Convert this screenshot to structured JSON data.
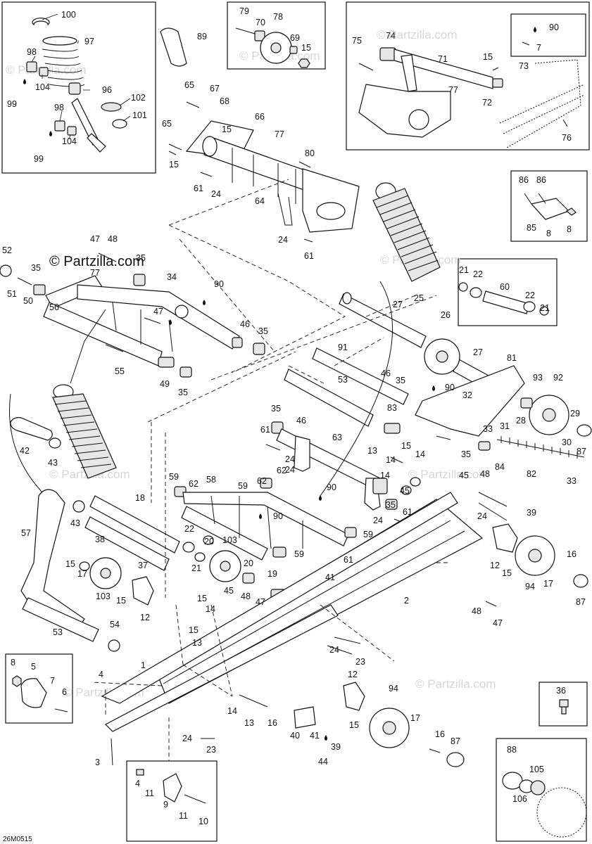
{
  "watermark": {
    "main": "© Partzilla.com",
    "faint": "© Partzilla.com"
  },
  "diagram_code": "26M0515",
  "labels": {
    "l100": "100",
    "l97": "97",
    "l98a": "98",
    "l104a": "104",
    "l99a": "99",
    "l96": "96",
    "l102": "102",
    "l101": "101",
    "l98b": "98",
    "l104b": "104",
    "l99b": "99",
    "l89": "89",
    "l79": "79",
    "l70": "70",
    "l78": "78",
    "l69": "69",
    "l15a": "15",
    "l75": "75",
    "l74": "74",
    "l71": "71",
    "l15b": "15",
    "l90a": "90",
    "l7a": "7",
    "l73": "73",
    "l77a": "77",
    "l72": "72",
    "l76": "76",
    "l65a": "65",
    "l67": "67",
    "l68": "68",
    "l66": "66",
    "l15c": "15",
    "l65b": "65",
    "l77b": "77",
    "l80": "80",
    "l15d": "15",
    "l61a": "61",
    "l24a": "24",
    "l64": "64",
    "l24b": "24",
    "l61b": "61",
    "l86a": "86",
    "l86b": "86",
    "l85": "85",
    "l8a": "8",
    "l8b": "8",
    "l52": "52",
    "l47a": "47",
    "l48a": "48",
    "l35a": "35",
    "l35b": "35",
    "l51": "51",
    "l50": "50",
    "l77c": "77",
    "l34": "34",
    "l90b": "90",
    "l56": "56",
    "l47b": "47",
    "l46a": "46",
    "l35c": "35",
    "l55": "55",
    "l49": "49",
    "l35d": "35",
    "l21a": "21",
    "l22a": "22",
    "l60": "60",
    "l22b": "22",
    "l21b": "21",
    "l27a": "27",
    "l25": "25",
    "l26": "26",
    "l27b": "27",
    "l81": "81",
    "l93": "93",
    "l92": "92",
    "l91": "91",
    "l53a": "53",
    "l46b": "46",
    "l35e": "35",
    "l90c": "90",
    "l83": "83",
    "l32": "32",
    "l31": "31",
    "l33a": "33",
    "l28": "28",
    "l29": "29",
    "l30": "30",
    "l87a": "87",
    "l84": "84",
    "l82": "82",
    "l33b": "33",
    "l35f": "35",
    "l42": "42",
    "l43a": "43",
    "l35g": "35",
    "l46c": "46",
    "l61c": "61",
    "l63": "63",
    "l13a": "13",
    "l15e": "15",
    "l14a": "14",
    "l14b": "14",
    "l24c": "24",
    "l62a": "62",
    "l59a": "59",
    "l24d": "24",
    "l62b": "62",
    "l14c": "14",
    "l45a": "45",
    "l45b": "45",
    "l48b": "48",
    "l35h": "35",
    "l61d": "61",
    "l24e": "24",
    "l39a": "39",
    "l24f": "24",
    "l57": "57",
    "l43b": "43",
    "l59b": "59",
    "l62c": "62",
    "l58": "58",
    "l59c": "59",
    "l90d": "90",
    "l90e": "90",
    "l18": "18",
    "l38": "38",
    "l22c": "22",
    "l20a": "20",
    "l103a": "103",
    "l59d": "59",
    "l15f": "15",
    "l17a": "17",
    "l21c": "21",
    "l37": "37",
    "l20b": "20",
    "l41a": "41",
    "l61e": "61",
    "l103b": "103",
    "l15g": "15",
    "l12a": "12",
    "l19": "19",
    "l45c": "45",
    "l48c": "48",
    "l47c": "47",
    "l2": "2",
    "l12b": "12",
    "l15h": "15",
    "l94a": "94",
    "l16a": "16",
    "l17b": "17",
    "l87b": "87",
    "l48d": "48",
    "l47d": "47",
    "l15i": "15",
    "l14d": "14",
    "l15j": "15",
    "l13b": "13",
    "l53b": "53",
    "l54": "54",
    "l24g": "24",
    "l23a": "23",
    "l8c": "8",
    "l5": "5",
    "l7b": "7",
    "l6": "6",
    "l4a": "4",
    "l1": "1",
    "l12c": "12",
    "l94b": "94",
    "l14e": "14",
    "l13c": "13",
    "l16b": "16",
    "l40": "40",
    "l41b": "41",
    "l15k": "15",
    "l39b": "39",
    "l17c": "17",
    "l16c": "16",
    "l87c": "87",
    "l44": "44",
    "l24h": "24",
    "l23b": "23",
    "l3": "3",
    "l36": "36",
    "l4b": "4",
    "l11a": "11",
    "l9": "9",
    "l11b": "11",
    "l10": "10",
    "l88": "88",
    "l105": "105",
    "l106": "106"
  }
}
